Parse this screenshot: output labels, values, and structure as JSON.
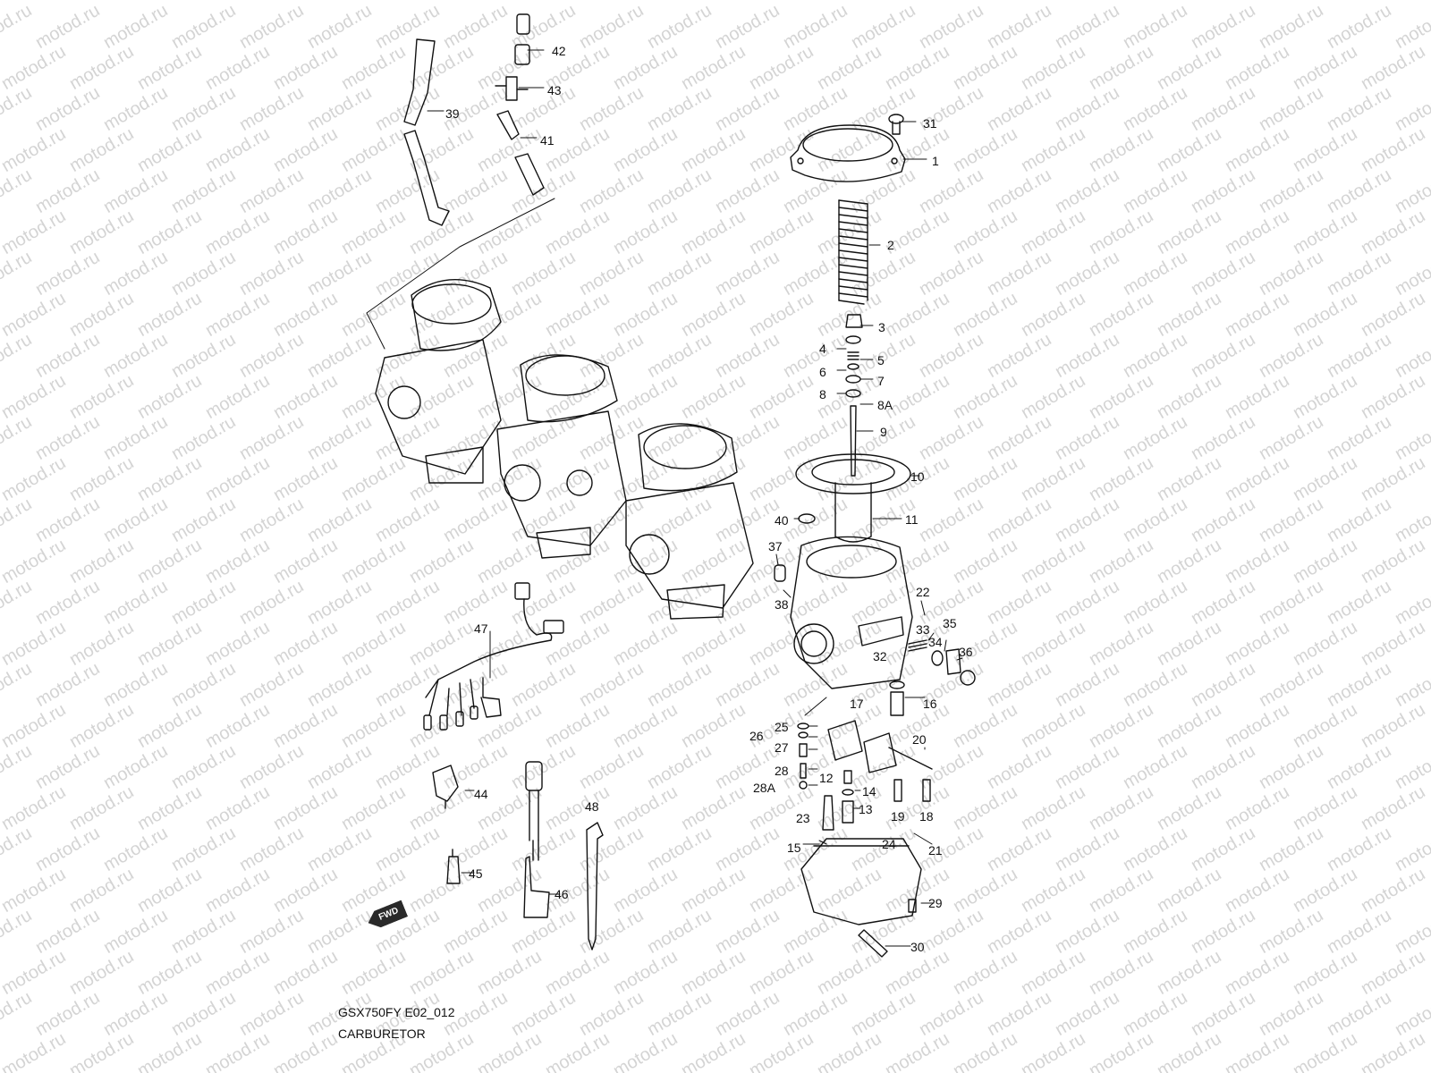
{
  "watermark": {
    "text": "motod.ru"
  },
  "diagram": {
    "code": "GSX750FY E02_012",
    "title": "CARBURETOR",
    "fwd_label": "FWD",
    "part_labels": {
      "p1": "1",
      "p2": "2",
      "p3": "3",
      "p4": "4",
      "p5": "5",
      "p6": "6",
      "p7": "7",
      "p8": "8",
      "p8a": "8A",
      "p9": "9",
      "p10": "10",
      "p11": "11",
      "p12": "12",
      "p13": "13",
      "p14": "14",
      "p15": "15",
      "p16": "16",
      "p17": "17",
      "p18": "18",
      "p19": "19",
      "p20": "20",
      "p21": "21",
      "p22": "22",
      "p23": "23",
      "p24": "24",
      "p25": "25",
      "p26": "26",
      "p27": "27",
      "p28": "28",
      "p28a": "28A",
      "p29": "29",
      "p30": "30",
      "p31": "31",
      "p32": "32",
      "p33": "33",
      "p34": "34",
      "p35": "35",
      "p36": "36",
      "p37": "37",
      "p38": "38",
      "p39": "39",
      "p40": "40",
      "p41": "41",
      "p42": "42",
      "p43": "43",
      "p44": "44",
      "p45": "45",
      "p46": "46",
      "p47": "47",
      "p48": "48"
    }
  }
}
